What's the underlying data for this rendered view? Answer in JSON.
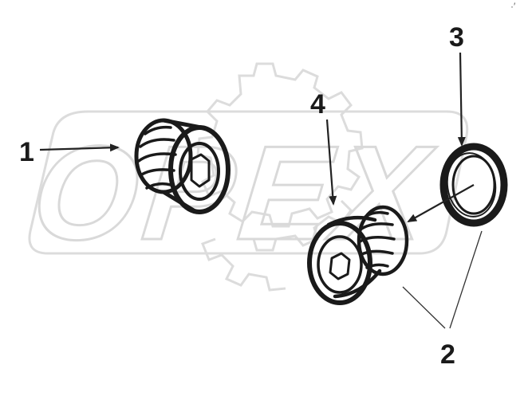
{
  "watermark": {
    "text": "OPEX",
    "color": "#d9d9d9"
  },
  "corner_mark": "·′",
  "callouts": [
    {
      "id": "1",
      "label": "1",
      "part": "plug-1"
    },
    {
      "id": "2",
      "label": "2",
      "part": "plug-2-assembly"
    },
    {
      "id": "3",
      "label": "3",
      "part": "sealing-ring"
    },
    {
      "id": "4",
      "label": "4",
      "part": "plug-socket-head"
    }
  ],
  "colors": {
    "ink": "#1a1a1a",
    "background": "#ffffff",
    "watermark": "#d9d9d9"
  }
}
